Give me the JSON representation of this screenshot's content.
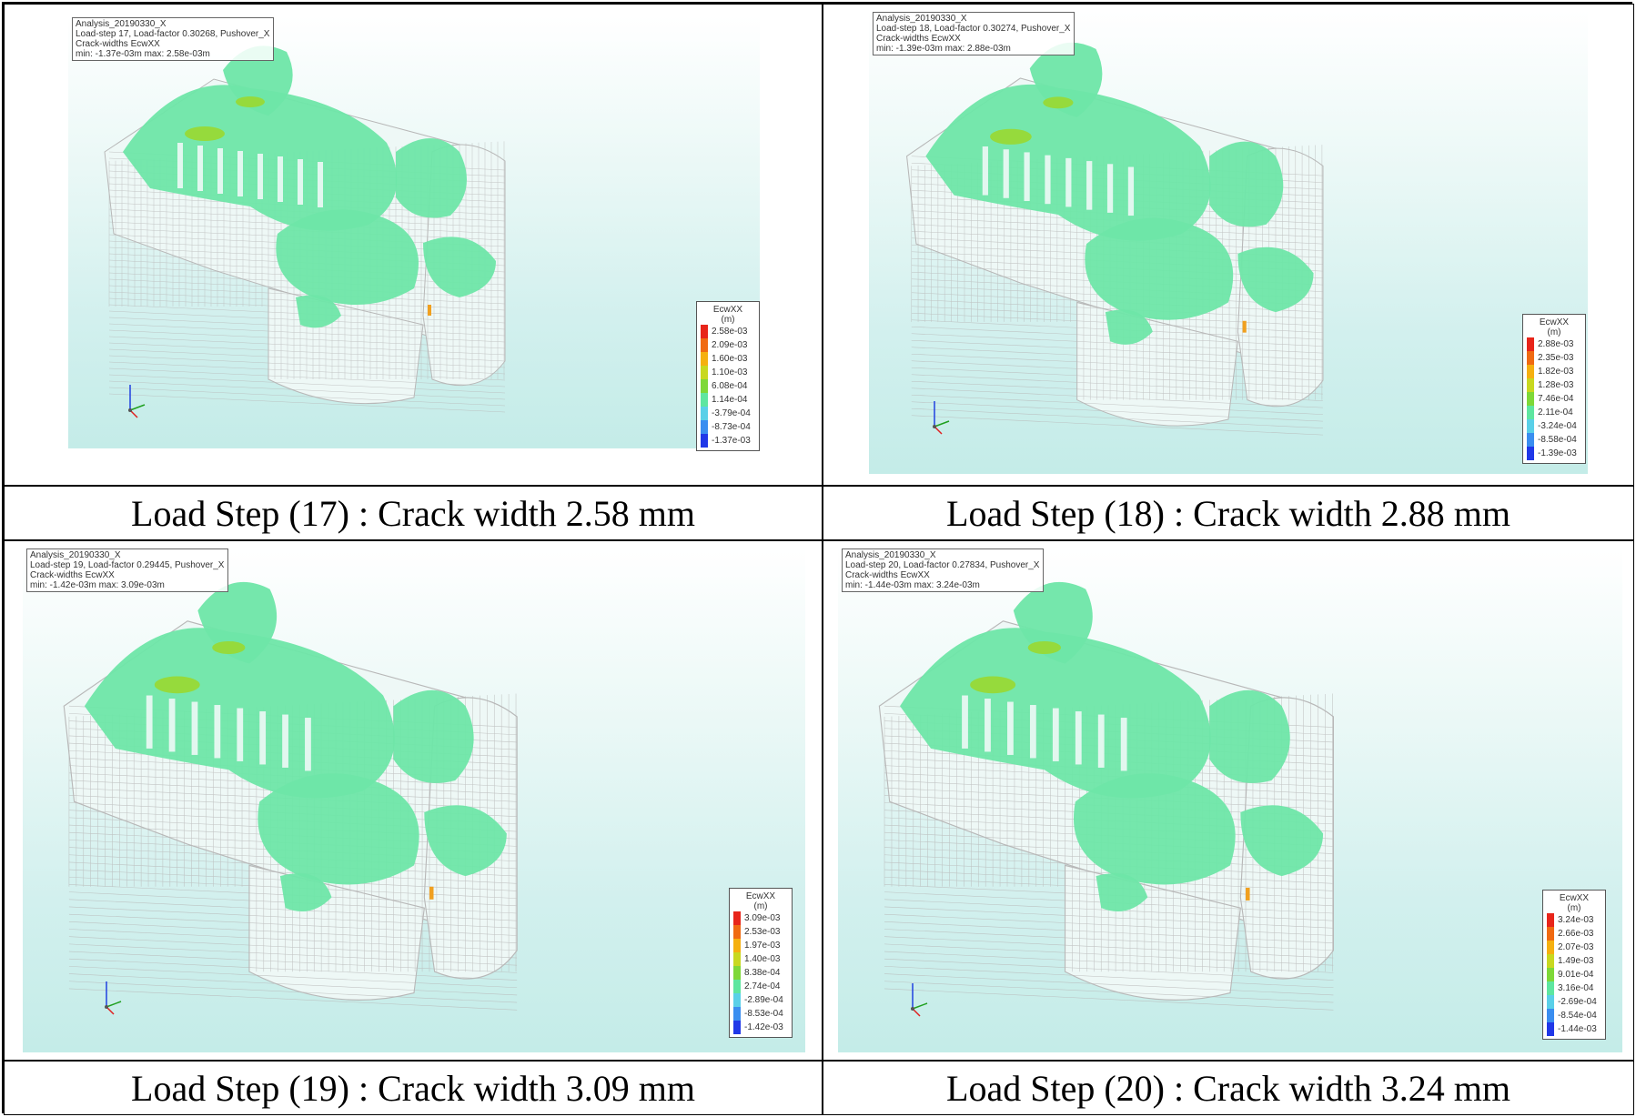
{
  "panels": [
    {
      "info": [
        "Analysis_20190330_X",
        "Load-step 17, Load-factor 0.30268, Pushover_X",
        "Crack-widths EcwXX",
        "min: -1.37e-03m max: 2.58e-03m"
      ],
      "legend_title": [
        "EcwXX",
        "(m)"
      ],
      "legend_values": [
        "2.58e-03",
        "2.09e-03",
        "1.60e-03",
        "1.10e-03",
        "6.08e-04",
        "1.14e-04",
        "-3.79e-04",
        "-8.73e-04",
        "-1.37e-03"
      ],
      "caption": "Load Step (17) : Crack width 2.58 mm"
    },
    {
      "info": [
        "Analysis_20190330_X",
        "Load-step 18, Load-factor 0.30274, Pushover_X",
        "Crack-widths EcwXX",
        "min: -1.39e-03m max: 2.88e-03m"
      ],
      "legend_title": [
        "EcwXX",
        "(m)"
      ],
      "legend_values": [
        "2.88e-03",
        "2.35e-03",
        "1.82e-03",
        "1.28e-03",
        "7.46e-04",
        "2.11e-04",
        "-3.24e-04",
        "-8.58e-04",
        "-1.39e-03"
      ],
      "caption": "Load Step (18) : Crack width 2.88 mm"
    },
    {
      "info": [
        "Analysis_20190330_X",
        "Load-step 19, Load-factor 0.29445, Pushover_X",
        "Crack-widths EcwXX",
        "min: -1.42e-03m max: 3.09e-03m"
      ],
      "legend_title": [
        "EcwXX",
        "(m)"
      ],
      "legend_values": [
        "3.09e-03",
        "2.53e-03",
        "1.97e-03",
        "1.40e-03",
        "8.38e-04",
        "2.74e-04",
        "-2.89e-04",
        "-8.53e-04",
        "-1.42e-03"
      ],
      "caption": "Load Step (19) : Crack width 3.09 mm"
    },
    {
      "info": [
        "Analysis_20190330_X",
        "Load-step 20, Load-factor 0.27834, Pushover_X",
        "Crack-widths EcwXX",
        "min: -1.44e-03m max: 3.24e-03m"
      ],
      "legend_title": [
        "EcwXX",
        "(m)"
      ],
      "legend_values": [
        "3.24e-03",
        "2.66e-03",
        "2.07e-03",
        "1.49e-03",
        "9.01e-04",
        "3.16e-04",
        "-2.69e-04",
        "-8.54e-04",
        "-1.44e-03"
      ],
      "caption": "Load Step (20) : Crack width 3.24 mm"
    }
  ],
  "colors": {
    "legend_scale": [
      "#e8251a",
      "#f06a12",
      "#f5b010",
      "#c8d820",
      "#7ed838",
      "#5ee6a0",
      "#5ad0e8",
      "#3a8ef0",
      "#2038e8"
    ],
    "crack_fill": "#6ee6a8",
    "crack_hot": "#9ad830",
    "mesh": "#b8b8b8"
  }
}
